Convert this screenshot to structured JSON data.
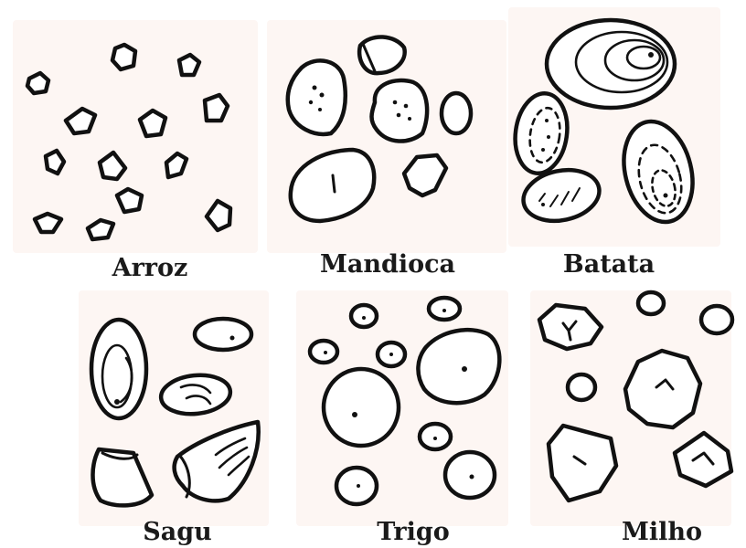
{
  "panels": [
    {
      "id": "arroz",
      "label": "Arroz"
    },
    {
      "id": "mandioca",
      "label": "Mandioca"
    },
    {
      "id": "batata",
      "label": "Batata"
    },
    {
      "id": "sagu",
      "label": "Sagu"
    },
    {
      "id": "trigo",
      "label": "Trigo"
    },
    {
      "id": "milho",
      "label": "Milho"
    }
  ]
}
